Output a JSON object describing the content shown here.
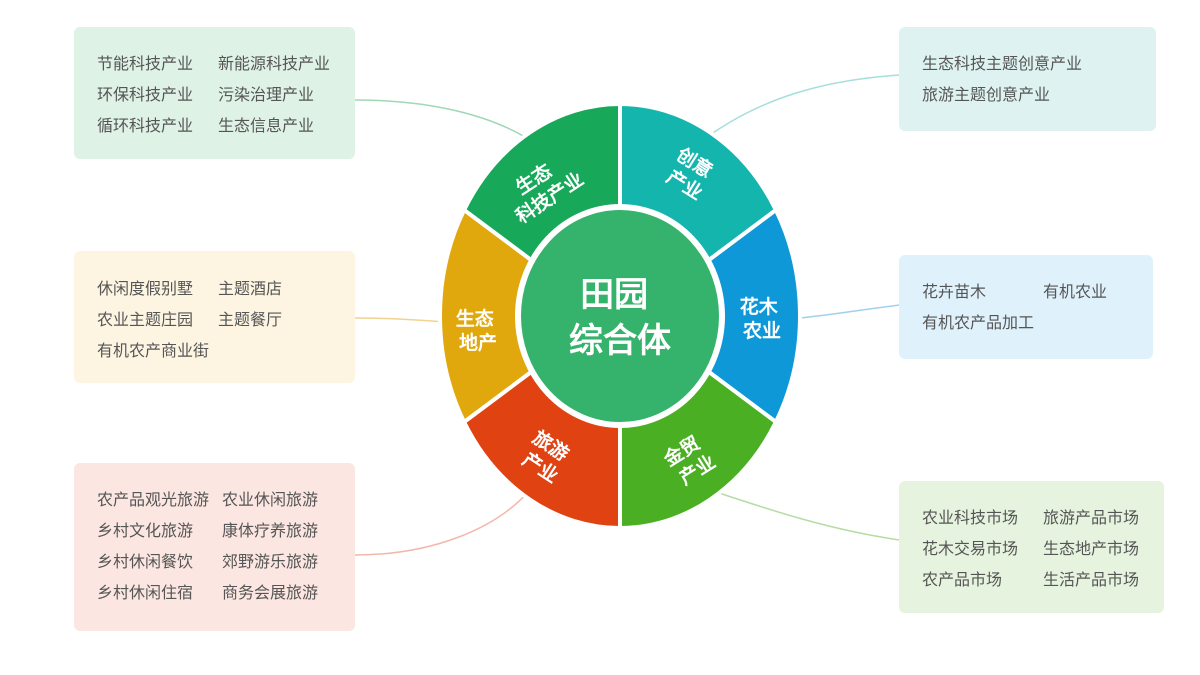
{
  "center": {
    "line1": "田园",
    "line2": "综合体"
  },
  "segments": {
    "eco_tech": {
      "line1": "生态",
      "line2": "科技产业",
      "color": "#17a85a"
    },
    "creative": {
      "line1": "创意",
      "line2": "产业",
      "color": "#14b5ad"
    },
    "flower": {
      "line1": "花木",
      "line2": "农业",
      "color": "#0f98d8"
    },
    "trade": {
      "line1": "金贸",
      "line2": "产业",
      "color": "#4aaf22"
    },
    "tourism": {
      "line1": "旅游",
      "line2": "产业",
      "color": "#e04211"
    },
    "realestate": {
      "line1": "生态",
      "line2": "地产",
      "color": "#e1a80e"
    }
  },
  "center_color": "#35b26b",
  "boxes": {
    "eco_tech": {
      "bg": "#dff2e6",
      "items": [
        "节能科技产业",
        "新能源科技产业",
        "环保科技产业",
        "污染治理产业",
        "循环科技产业",
        "生态信息产业"
      ]
    },
    "creative": {
      "bg": "#def3f1",
      "items": [
        "生态科技主题创意产业",
        "旅游主题创意产业"
      ]
    },
    "realestate": {
      "bg": "#fdf5e2",
      "items": [
        "休闲度假别墅",
        "主题酒店",
        "农业主题庄园",
        "主题餐厅",
        "有机农产商业街"
      ]
    },
    "flower": {
      "bg": "#dff1fb",
      "items": [
        "花卉苗木",
        "有机农业",
        "有机农产品加工"
      ]
    },
    "tourism": {
      "bg": "#fbe6e1",
      "items": [
        "农产品观光旅游",
        "农业休闲旅游",
        "乡村文化旅游",
        "康体疗养旅游",
        "乡村休闲餐饮",
        "郊野游乐旅游",
        "乡村休闲住宿",
        "商务会展旅游"
      ]
    },
    "trade": {
      "bg": "#e6f3df",
      "items": [
        "农业科技市场",
        "旅游产品市场",
        "花木交易市场",
        "生态地产市场",
        "农产品市场",
        "生活产品市场"
      ]
    }
  }
}
